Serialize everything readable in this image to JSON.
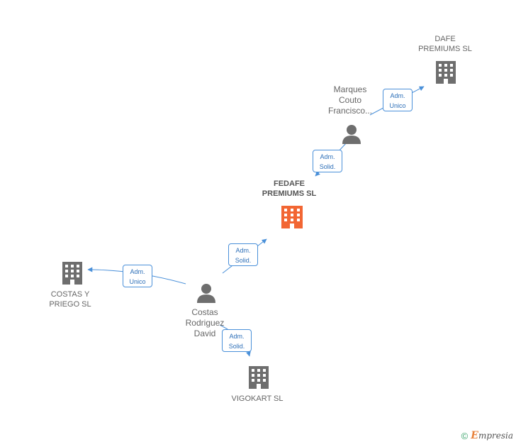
{
  "nodes": {
    "dafe": {
      "line1": "DAFE",
      "line2": "PREMIUMS SL",
      "icon": "building-icon"
    },
    "marques": {
      "line1": "Marques",
      "line2": "Couto",
      "line3": "Francisco...",
      "icon": "person-icon"
    },
    "fedafe": {
      "line1": "FEDAFE",
      "line2": "PREMIUMS SL",
      "icon": "building-icon",
      "highlight_color": "#f26633"
    },
    "costas_priego": {
      "line1": "COSTAS Y",
      "line2": "PRIEGO SL",
      "icon": "building-icon"
    },
    "costas_david": {
      "line1": "Costas",
      "line2": "Rodriguez",
      "line3": "David",
      "icon": "person-icon"
    },
    "vigokart": {
      "line1": "VIGOKART SL",
      "icon": "building-icon"
    }
  },
  "edges": {
    "marques_dafe": {
      "line1": "Adm.",
      "line2": "Unico"
    },
    "marques_fedafe": {
      "line1": "Adm.",
      "line2": "Solid."
    },
    "costas_fedafe": {
      "line1": "Adm.",
      "line2": "Solid."
    },
    "costas_priego": {
      "line1": "Adm.",
      "line2": "Unico"
    },
    "costas_vigokart": {
      "line1": "Adm.",
      "line2": "Solid."
    }
  },
  "colors": {
    "node_gray": "#6e6e6e",
    "highlight": "#f26633",
    "edge_blue": "#4a90d9"
  },
  "footer": {
    "copyright": "©",
    "brand_initial": "E",
    "brand_rest": "mpresia"
  }
}
